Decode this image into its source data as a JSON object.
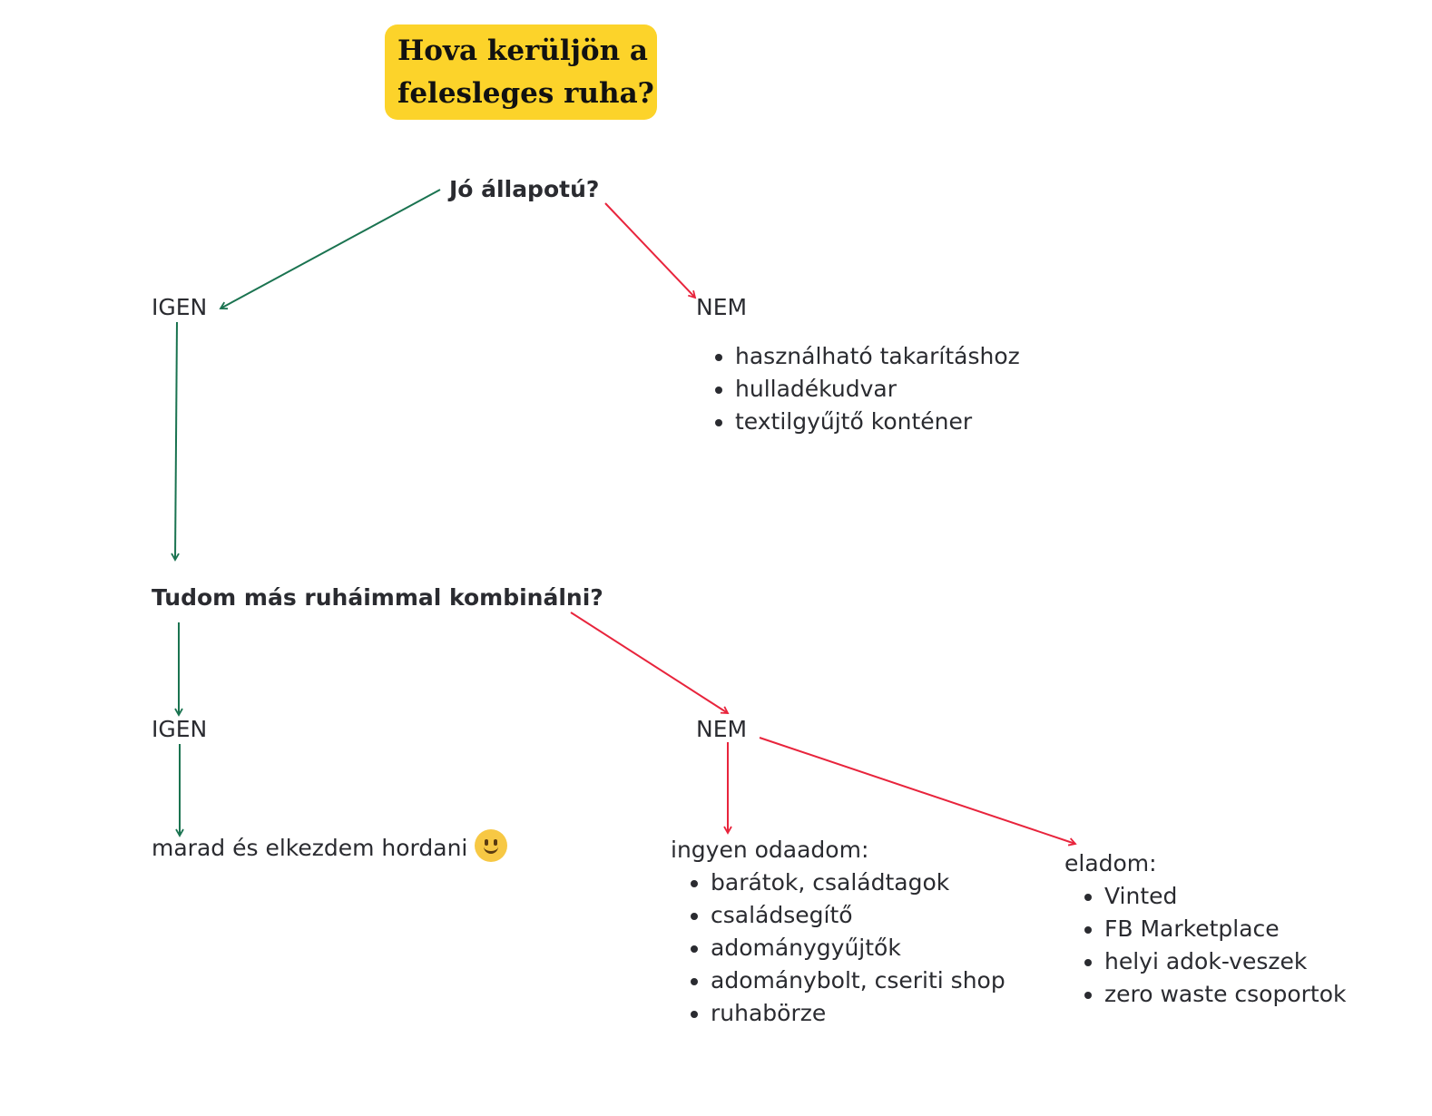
{
  "title": "Hova kerüljön a felesleges ruha?",
  "colors": {
    "yes": "#1a7350",
    "no": "#e8243c",
    "title_bg": "#fcd32a"
  },
  "q1": {
    "question": "Jó állapotú?",
    "yes": "IGEN",
    "no": "NEM",
    "no_items": [
      "használható takarításhoz",
      "hulladékudvar",
      "textilgyűjtő konténer"
    ]
  },
  "q2": {
    "question": "Tudom más ruháimmal kombinálni?",
    "yes": "IGEN",
    "no": "NEM",
    "yes_result": "marad és elkezdem hordani",
    "yes_icon": "smiley-icon",
    "free": {
      "label": "ingyen odaadom:",
      "items": [
        "barátok, családtagok",
        "családsegítő",
        "adománygyűjtők",
        "adománybolt, cseriti shop",
        "ruhabörze"
      ]
    },
    "sell": {
      "label": "eladom:",
      "items": [
        "Vinted",
        "FB Marketplace",
        "helyi adok-veszek",
        "zero waste csoportok"
      ]
    }
  }
}
